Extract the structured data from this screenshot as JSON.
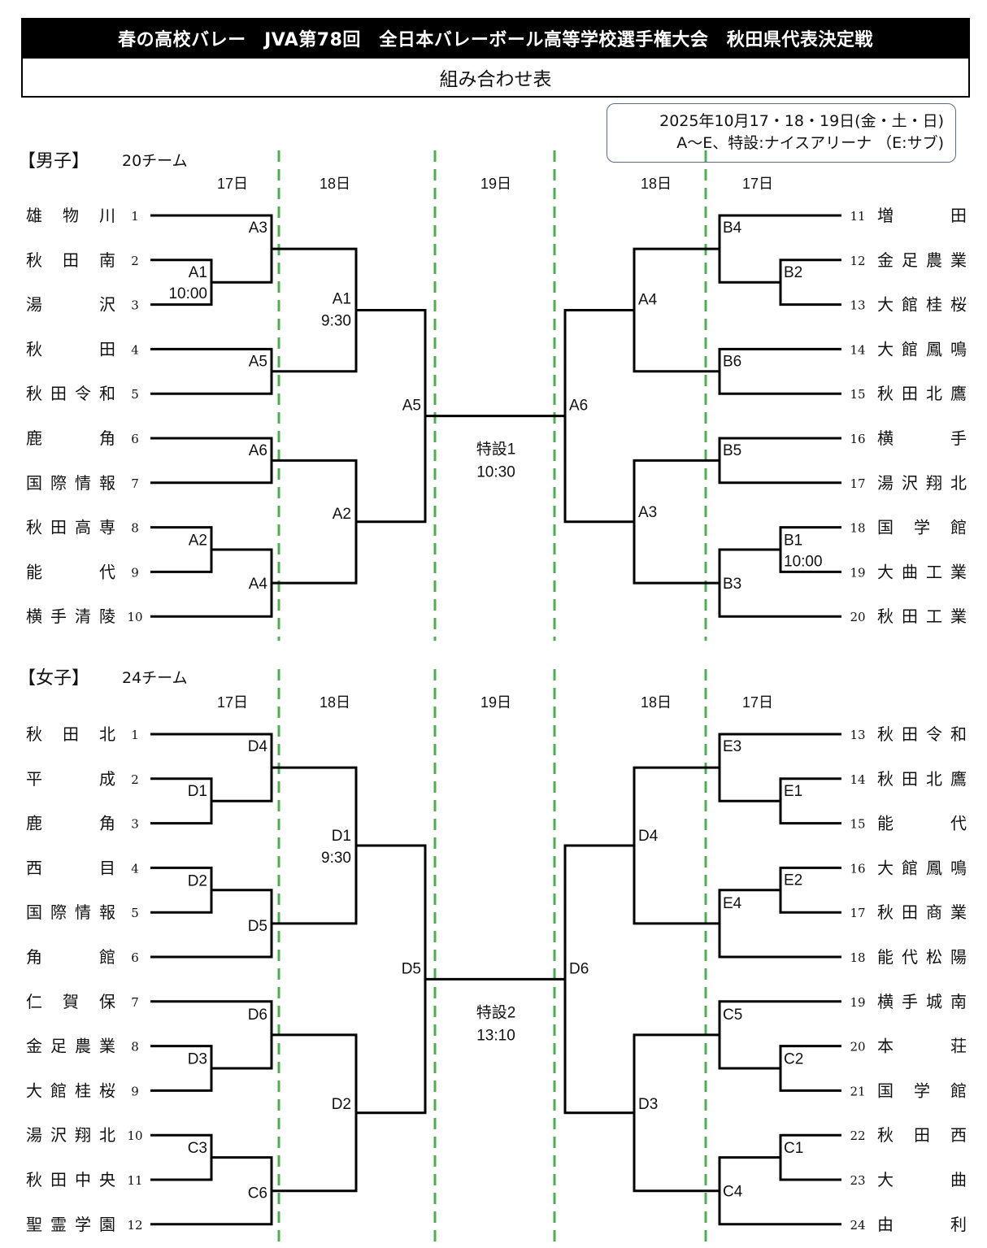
{
  "header": {
    "title": "春の高校バレー　JVA第78回　全日本バレーボール高等学校選手権大会　秋田県代表決定戦",
    "subtitle": "組み合わせ表"
  },
  "info": {
    "dates": "2025年10月17・18・19日(金・土・日)",
    "venue": "A～E、特設:ナイスアリーナ （E:サブ)"
  },
  "days": {
    "left_r1": "17日",
    "left_r2": "18日",
    "final": "19日",
    "right_r2": "18日",
    "right_r1": "17日"
  },
  "colors": {
    "day_divider": "#4caf50",
    "bracket_line": "#000000",
    "title_bg": "#000000"
  },
  "men": {
    "title": "【男子】",
    "count": "20チーム",
    "teams_left": [
      {
        "seed": "1",
        "name": "雄　物　川"
      },
      {
        "seed": "2",
        "name": "秋　田　南"
      },
      {
        "seed": "3",
        "name": "湯　　　沢"
      },
      {
        "seed": "4",
        "name": "秋　　　田"
      },
      {
        "seed": "5",
        "name": "秋田令和"
      },
      {
        "seed": "6",
        "name": "鹿　　　角"
      },
      {
        "seed": "7",
        "name": "国際情報"
      },
      {
        "seed": "8",
        "name": "秋田高専"
      },
      {
        "seed": "9",
        "name": "能　　　代"
      },
      {
        "seed": "10",
        "name": "横手清陵"
      }
    ],
    "teams_right": [
      {
        "seed": "11",
        "name": "増　　　田"
      },
      {
        "seed": "12",
        "name": "金足農業"
      },
      {
        "seed": "13",
        "name": "大館桂桜"
      },
      {
        "seed": "14",
        "name": "大館鳳鳴"
      },
      {
        "seed": "15",
        "name": "秋田北鷹"
      },
      {
        "seed": "16",
        "name": "横　　　手"
      },
      {
        "seed": "17",
        "name": "湯沢翔北"
      },
      {
        "seed": "18",
        "name": "国　学　館"
      },
      {
        "seed": "19",
        "name": "大曲工業"
      },
      {
        "seed": "20",
        "name": "秋田工業"
      }
    ],
    "matches": {
      "l_pre1": {
        "label": "A1",
        "time": "10:00"
      },
      "l_pre2": {
        "label": "A2",
        "time": ""
      },
      "l_r1a": {
        "label": "A3",
        "time": ""
      },
      "l_r1b": {
        "label": "A5",
        "time": ""
      },
      "l_r1c": {
        "label": "A6",
        "time": ""
      },
      "l_r1d": {
        "label": "A4",
        "time": ""
      },
      "l_qf1": {
        "label": "A1",
        "time": "9:30"
      },
      "l_qf2": {
        "label": "A2",
        "time": ""
      },
      "l_sf": {
        "label": "A5",
        "time": ""
      },
      "r_pre1": {
        "label": "B2",
        "time": ""
      },
      "r_pre2": {
        "label": "B1",
        "time": "10:00"
      },
      "r_r1a": {
        "label": "B4",
        "time": ""
      },
      "r_r1b": {
        "label": "B6",
        "time": ""
      },
      "r_r1c": {
        "label": "B5",
        "time": ""
      },
      "r_r1d": {
        "label": "B3",
        "time": ""
      },
      "r_qf1": {
        "label": "A4",
        "time": ""
      },
      "r_qf2": {
        "label": "A3",
        "time": ""
      },
      "r_sf": {
        "label": "A6",
        "time": ""
      },
      "final": {
        "label": "特設1",
        "time": "10:30"
      }
    }
  },
  "women": {
    "title": "【女子】",
    "count": "24チーム",
    "teams_left": [
      {
        "seed": "1",
        "name": "秋　田　北"
      },
      {
        "seed": "2",
        "name": "平　　　成"
      },
      {
        "seed": "3",
        "name": "鹿　　　角"
      },
      {
        "seed": "4",
        "name": "西　　　目"
      },
      {
        "seed": "5",
        "name": "国際情報"
      },
      {
        "seed": "6",
        "name": "角　　　館"
      },
      {
        "seed": "7",
        "name": "仁　賀　保"
      },
      {
        "seed": "8",
        "name": "金足農業"
      },
      {
        "seed": "9",
        "name": "大館桂桜"
      },
      {
        "seed": "10",
        "name": "湯沢翔北"
      },
      {
        "seed": "11",
        "name": "秋田中央"
      },
      {
        "seed": "12",
        "name": "聖霊学園"
      }
    ],
    "teams_right": [
      {
        "seed": "13",
        "name": "秋田令和"
      },
      {
        "seed": "14",
        "name": "秋田北鷹"
      },
      {
        "seed": "15",
        "name": "能　　　代"
      },
      {
        "seed": "16",
        "name": "大館鳳鳴"
      },
      {
        "seed": "17",
        "name": "秋田商業"
      },
      {
        "seed": "18",
        "name": "能代松陽"
      },
      {
        "seed": "19",
        "name": "横手城南"
      },
      {
        "seed": "20",
        "name": "本　　　荘"
      },
      {
        "seed": "21",
        "name": "国　学　館"
      },
      {
        "seed": "22",
        "name": "秋　田　西"
      },
      {
        "seed": "23",
        "name": "大　　　曲"
      },
      {
        "seed": "24",
        "name": "由　　　利"
      }
    ],
    "matches": {
      "l_pre1": {
        "label": "D1",
        "time": ""
      },
      "l_pre2": {
        "label": "D2",
        "time": ""
      },
      "l_pre3": {
        "label": "D3",
        "time": ""
      },
      "l_pre4": {
        "label": "C3",
        "time": ""
      },
      "l_r1a": {
        "label": "D4",
        "time": ""
      },
      "l_r1b": {
        "label": "D5",
        "time": ""
      },
      "l_r1c": {
        "label": "D6",
        "time": ""
      },
      "l_r1d": {
        "label": "C6",
        "time": ""
      },
      "l_qf1": {
        "label": "D1",
        "time": "9:30"
      },
      "l_qf2": {
        "label": "D2",
        "time": ""
      },
      "l_sf": {
        "label": "D5",
        "time": ""
      },
      "r_pre1": {
        "label": "E1",
        "time": ""
      },
      "r_pre2": {
        "label": "E2",
        "time": ""
      },
      "r_pre3": {
        "label": "C2",
        "time": ""
      },
      "r_pre4": {
        "label": "C1",
        "time": ""
      },
      "r_r1a": {
        "label": "E3",
        "time": ""
      },
      "r_r1b": {
        "label": "E4",
        "time": ""
      },
      "r_r1c": {
        "label": "C5",
        "time": ""
      },
      "r_r1d": {
        "label": "C4",
        "time": ""
      },
      "r_qf1": {
        "label": "D4",
        "time": ""
      },
      "r_qf2": {
        "label": "D3",
        "time": ""
      },
      "r_sf": {
        "label": "D6",
        "time": ""
      },
      "final": {
        "label": "特設2",
        "time": "13:10"
      }
    }
  }
}
